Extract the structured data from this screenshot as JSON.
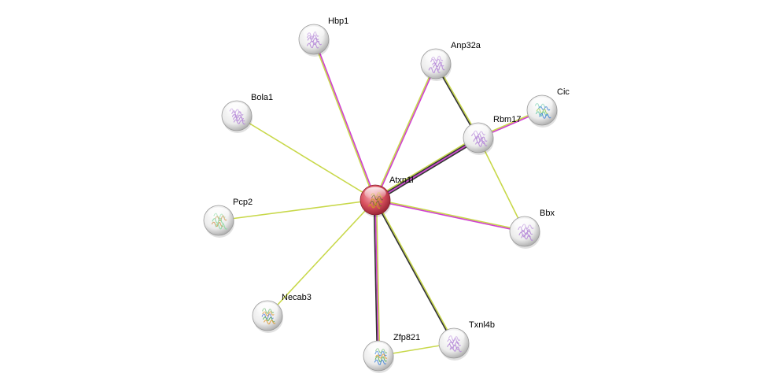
{
  "network": {
    "center": "Atxn1l",
    "nodes": [
      {
        "id": "Atxn1l",
        "label": "Atxn1l",
        "query": true,
        "structure_colors": [
          "#c8a020",
          "#7a6a30"
        ]
      },
      {
        "id": "Hbp1",
        "label": "Hbp1",
        "query": false,
        "structure_colors": [
          "#b68ad8"
        ]
      },
      {
        "id": "Anp32a",
        "label": "Anp32a",
        "query": false,
        "structure_colors": [
          "#b68ad8"
        ]
      },
      {
        "id": "Cic",
        "label": "Cic",
        "query": false,
        "structure_colors": [
          "#6ac9a8",
          "#4a8ad8",
          "#a0d060"
        ]
      },
      {
        "id": "Rbm17",
        "label": "Rbm17",
        "query": false,
        "structure_colors": [
          "#b68ad8"
        ]
      },
      {
        "id": "Bola1",
        "label": "Bola1",
        "query": false,
        "structure_colors": [
          "#b68ad8"
        ]
      },
      {
        "id": "Pcp2",
        "label": "Pcp2",
        "query": false,
        "structure_colors": [
          "#8ad8a0",
          "#d0a060"
        ]
      },
      {
        "id": "Bbx",
        "label": "Bbx",
        "query": false,
        "structure_colors": [
          "#b68ad8"
        ]
      },
      {
        "id": "Necab3",
        "label": "Necab3",
        "query": false,
        "structure_colors": [
          "#60b060",
          "#e0a040",
          "#6a8ad8"
        ]
      },
      {
        "id": "Zfp821",
        "label": "Zfp821",
        "query": false,
        "structure_colors": [
          "#60b060",
          "#4a8ad8",
          "#e0a040"
        ]
      },
      {
        "id": "Txnl4b",
        "label": "Txnl4b",
        "query": false,
        "structure_colors": [
          "#b68ad8"
        ]
      }
    ],
    "edges": [
      {
        "source": "Atxn1l",
        "target": "Hbp1",
        "evidence": [
          "textmining",
          "experiments"
        ]
      },
      {
        "source": "Atxn1l",
        "target": "Anp32a",
        "evidence": [
          "textmining",
          "experiments"
        ]
      },
      {
        "source": "Atxn1l",
        "target": "Rbm17",
        "evidence": [
          "textmining",
          "coexpression",
          "experiments",
          "coexpression"
        ]
      },
      {
        "source": "Atxn1l",
        "target": "Bola1",
        "evidence": [
          "textmining"
        ]
      },
      {
        "source": "Atxn1l",
        "target": "Pcp2",
        "evidence": [
          "textmining"
        ]
      },
      {
        "source": "Atxn1l",
        "target": "Bbx",
        "evidence": [
          "textmining",
          "experiments"
        ]
      },
      {
        "source": "Atxn1l",
        "target": "Necab3",
        "evidence": [
          "textmining"
        ]
      },
      {
        "source": "Atxn1l",
        "target": "Zfp821",
        "evidence": [
          "textmining",
          "experiments",
          "coexpression"
        ]
      },
      {
        "source": "Atxn1l",
        "target": "Txnl4b",
        "evidence": [
          "textmining",
          "coexpression"
        ]
      },
      {
        "source": "Anp32a",
        "target": "Rbm17",
        "evidence": [
          "textmining",
          "coexpression"
        ]
      },
      {
        "source": "Rbm17",
        "target": "Cic",
        "evidence": [
          "textmining",
          "experiments"
        ]
      },
      {
        "source": "Rbm17",
        "target": "Bbx",
        "evidence": [
          "textmining"
        ]
      },
      {
        "source": "Zfp821",
        "target": "Txnl4b",
        "evidence": [
          "textmining"
        ]
      }
    ],
    "evidence_colors": {
      "textmining": "#c8d84a",
      "experiments": "#d040d0",
      "coexpression": "#333333"
    },
    "node_colors": {
      "query_fill": "#e05060",
      "query_fill_dark": "#a02030",
      "default_fill": "#f2f2f2",
      "default_fill_dark": "#bdbdbd"
    }
  }
}
